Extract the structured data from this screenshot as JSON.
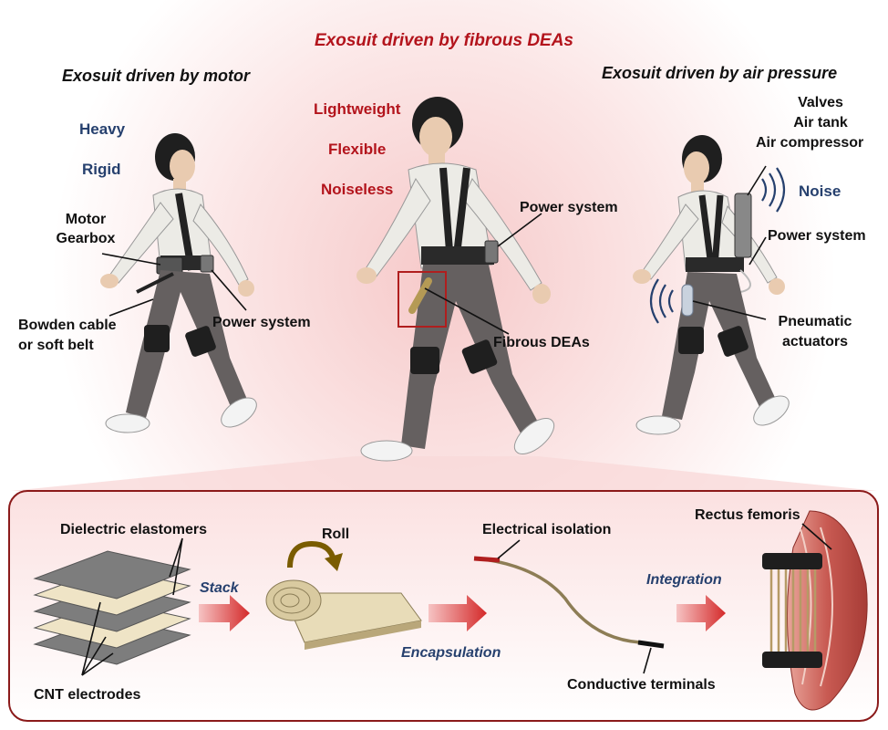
{
  "headings": {
    "center": "Exosuit driven by fibrous DEAs",
    "left": "Exosuit driven by motor",
    "right": "Exosuit driven by air pressure"
  },
  "motor": {
    "attr1": "Heavy",
    "attr2": "Rigid",
    "motor_line1": "Motor",
    "motor_line2": "Gearbox",
    "cable_line1": "Bowden cable",
    "cable_line2": "or soft belt",
    "power": "Power system"
  },
  "dea": {
    "attr1": "Lightweight",
    "attr2": "Flexible",
    "attr3": "Noiseless",
    "power": "Power system",
    "actuator": "Fibrous DEAs"
  },
  "air": {
    "parts_line1": "Valves",
    "parts_line2": "Air tank",
    "parts_line3": "Air compressor",
    "noise": "Noise",
    "power": "Power system",
    "act_line1": "Pneumatic",
    "act_line2": "actuators"
  },
  "process": {
    "dielectric": "Dielectric elastomers",
    "cnt": "CNT electrodes",
    "stack": "Stack",
    "roll": "Roll",
    "encapsulation": "Encapsulation",
    "isolation": "Electrical isolation",
    "terminals": "Conductive terminals",
    "integration": "Integration",
    "muscle": "Rectus femoris"
  },
  "colors": {
    "red_text": "#b3141c",
    "navy_text": "#26406e",
    "panel_border": "#8b1a1a",
    "arrow": "#d42a2a"
  }
}
